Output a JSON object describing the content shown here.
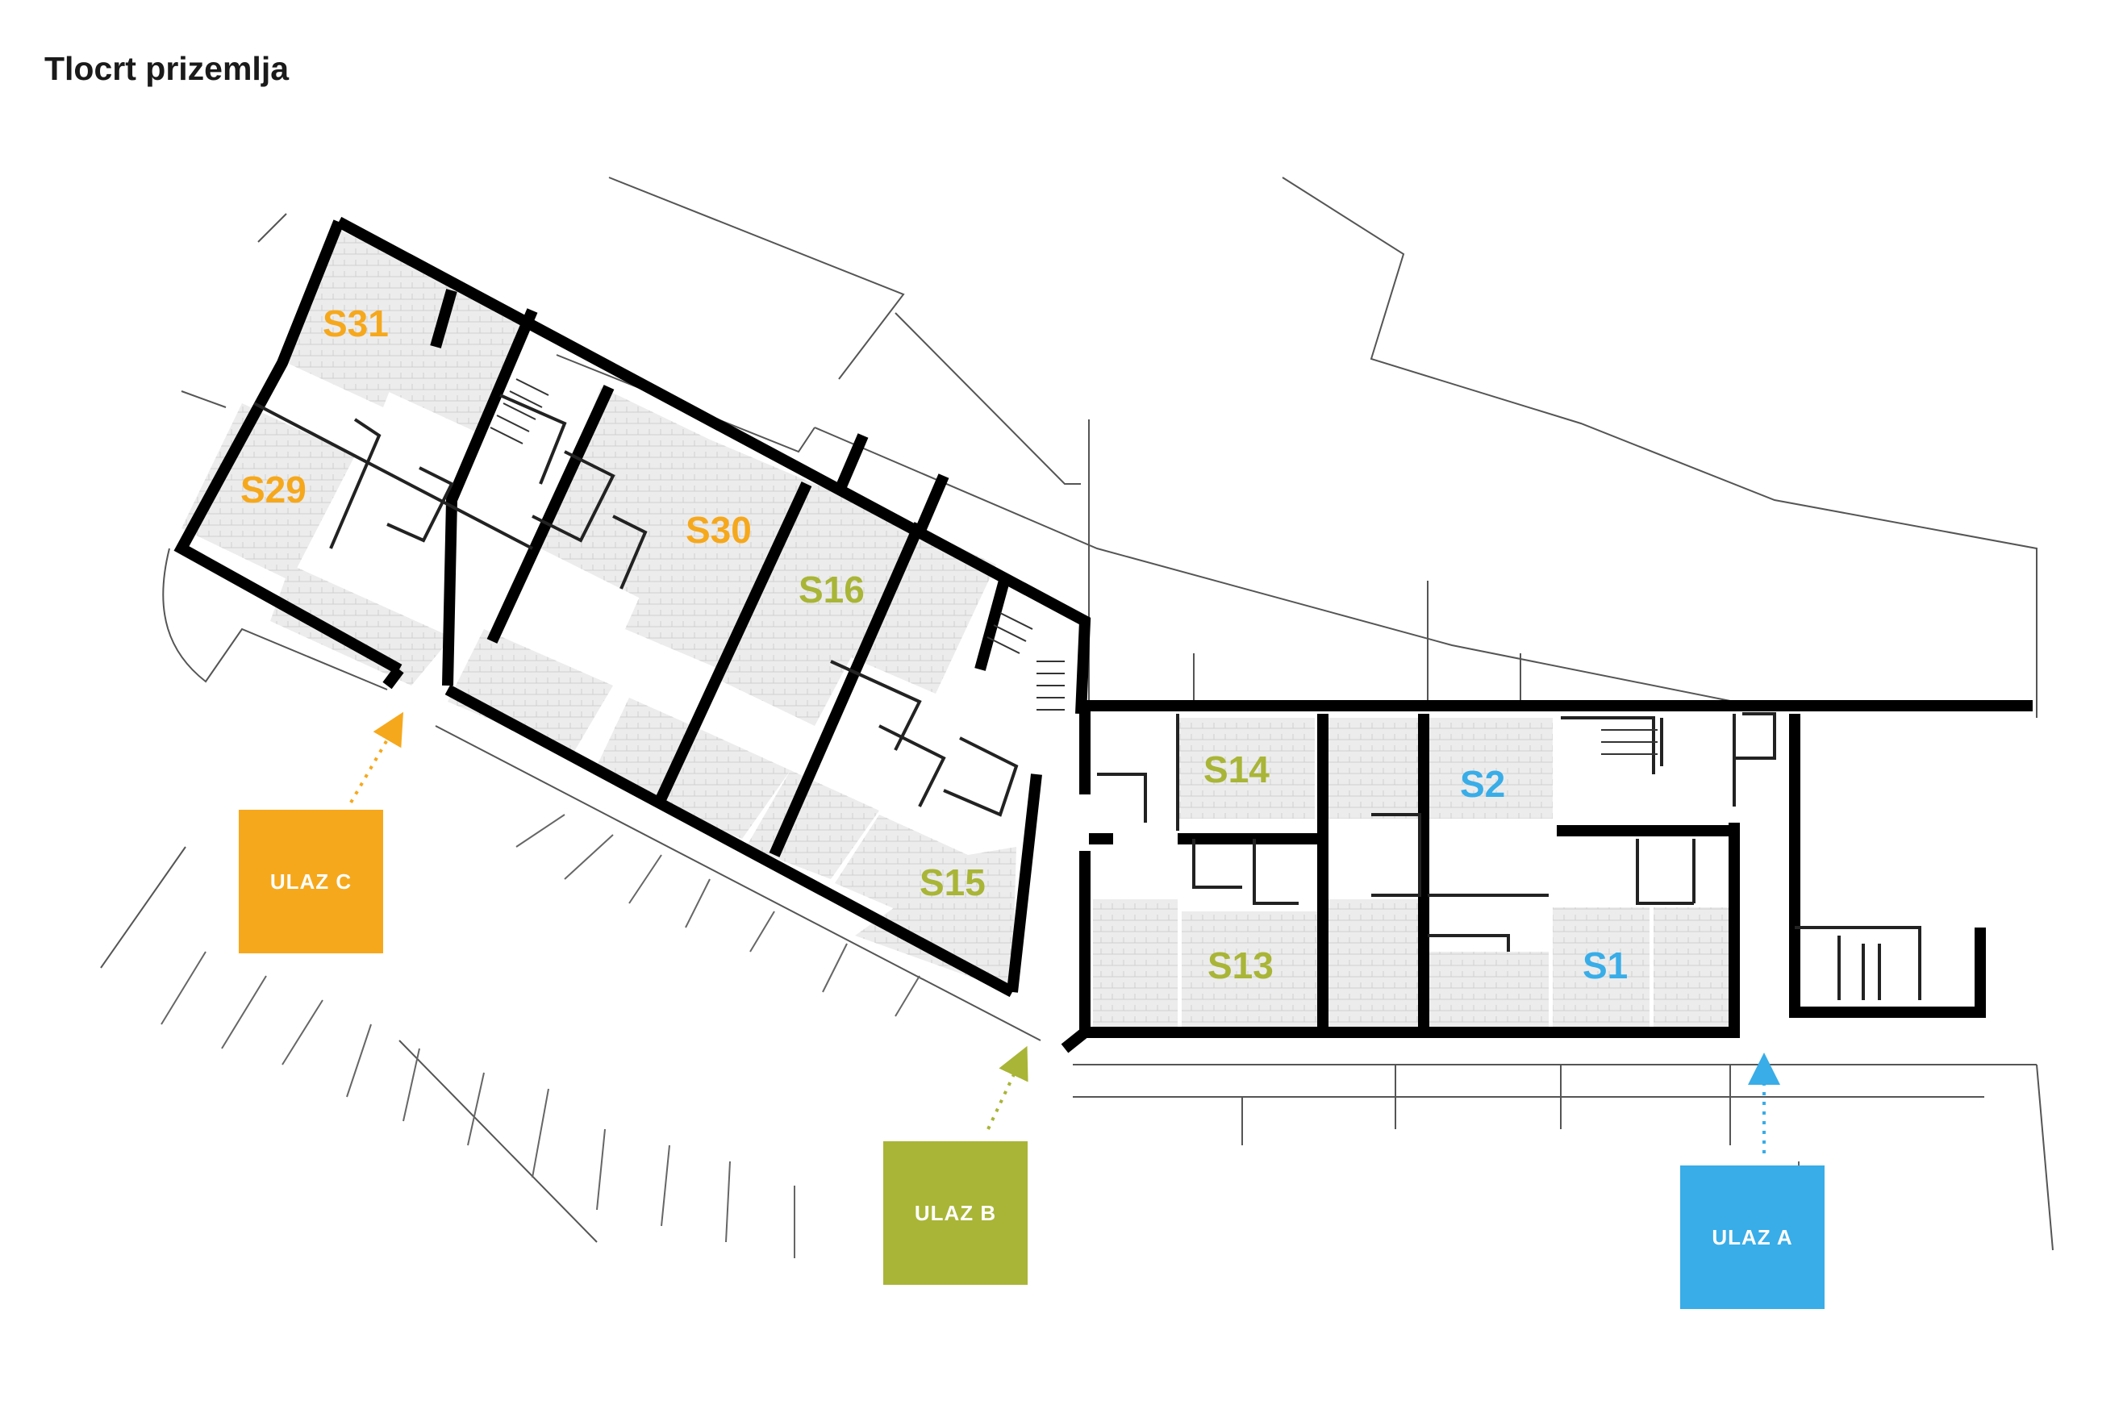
{
  "page": {
    "title": "Tlocrt prizemlja"
  },
  "colors": {
    "ulaz_c": "#f6a81c",
    "ulaz_b": "#a9b536",
    "ulaz_a": "#38ade8",
    "wall": "#000000",
    "line": "#444444",
    "floor": "#e9e9e9"
  },
  "units": [
    {
      "label": "S31",
      "entrance": "C"
    },
    {
      "label": "S29",
      "entrance": "C"
    },
    {
      "label": "S30",
      "entrance": "C"
    },
    {
      "label": "S16",
      "entrance": "B"
    },
    {
      "label": "S15",
      "entrance": "B"
    },
    {
      "label": "S14",
      "entrance": "B"
    },
    {
      "label": "S13",
      "entrance": "B"
    },
    {
      "label": "S2",
      "entrance": "A"
    },
    {
      "label": "S1",
      "entrance": "A"
    }
  ],
  "entrances": [
    {
      "label": "ULAZ C",
      "color": "#f6a81c"
    },
    {
      "label": "ULAZ B",
      "color": "#a9b536"
    },
    {
      "label": "ULAZ A",
      "color": "#38ade8"
    }
  ]
}
